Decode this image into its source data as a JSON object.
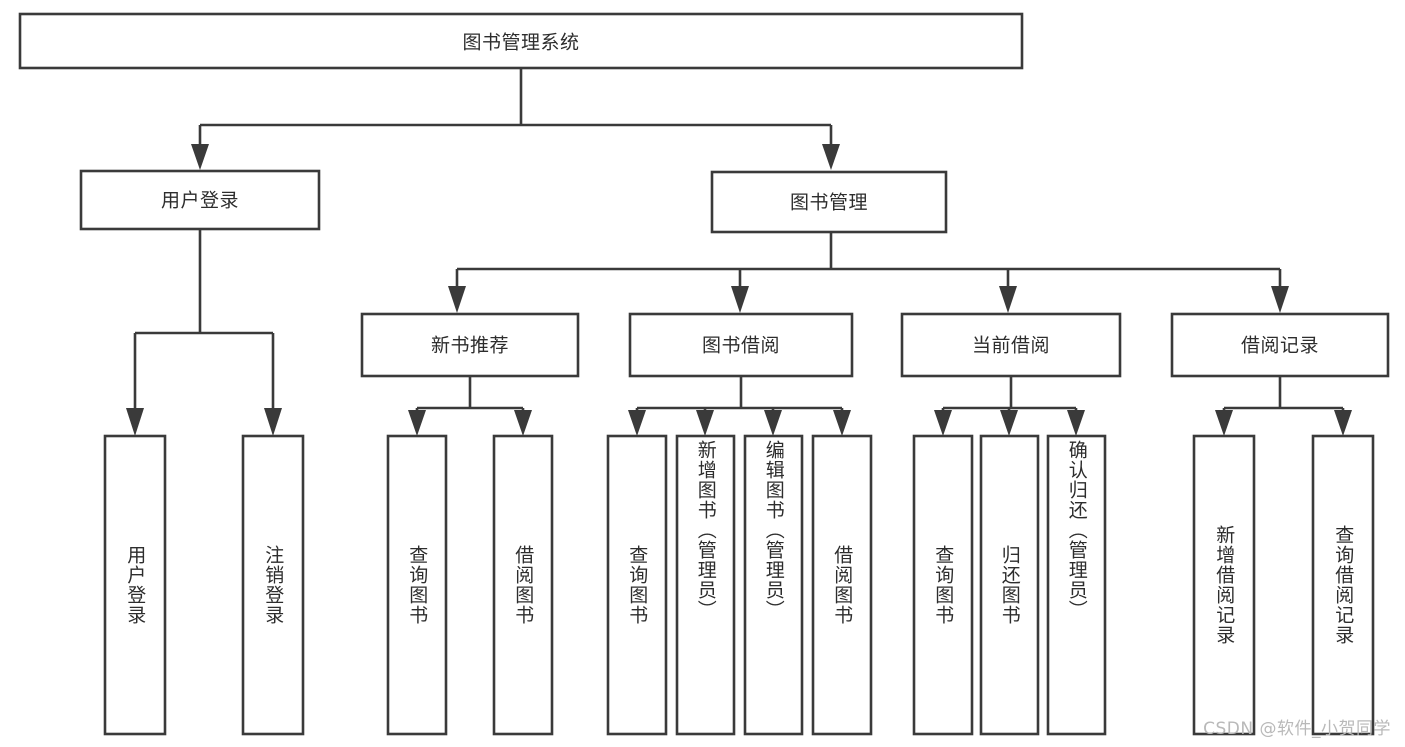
{
  "diagram": {
    "type": "tree-hierarchy",
    "title": "图书管理系统",
    "watermark": "CSDN @软件_小贺同学",
    "colors": {
      "background": "#ffffff",
      "stroke": "#3a3a3a",
      "text": "#2d2d2d",
      "watermark": "#b9b9b9"
    },
    "levels": {
      "root": {
        "label": "图书管理系统"
      },
      "level2": [
        {
          "label": "用户登录"
        },
        {
          "label": "图书管理"
        }
      ],
      "level3": [
        {
          "label": "新书推荐"
        },
        {
          "label": "图书借阅"
        },
        {
          "label": "当前借阅"
        },
        {
          "label": "借阅记录"
        }
      ]
    },
    "nodes": {
      "root": "图书管理系统",
      "user_login": "用户登录",
      "book_manage": "图书管理",
      "new_book_rec": "新书推荐",
      "book_borrow": "图书借阅",
      "current_borrow": "当前借阅",
      "borrow_record": "借阅记录",
      "leaves": [
        "用户登录",
        "注销登录",
        "查询图书",
        "借阅图书",
        "查询图书",
        "新增图书（管理员）",
        "编辑图书（管理员）",
        "借阅图书",
        "查询图书",
        "归还图书",
        "确认归还（管理员）",
        "新增借阅记录",
        "查询借阅记录"
      ]
    },
    "tree": [
      {
        "label": "图书管理系统",
        "children": [
          {
            "label": "用户登录",
            "children": [
              {
                "label": "用户登录"
              },
              {
                "label": "注销登录"
              }
            ]
          },
          {
            "label": "图书管理",
            "children": [
              {
                "label": "新书推荐",
                "children": [
                  {
                    "label": "查询图书"
                  },
                  {
                    "label": "借阅图书"
                  }
                ]
              },
              {
                "label": "图书借阅",
                "children": [
                  {
                    "label": "查询图书"
                  },
                  {
                    "label": "新增图书（管理员）"
                  },
                  {
                    "label": "编辑图书（管理员）"
                  },
                  {
                    "label": "借阅图书"
                  }
                ]
              },
              {
                "label": "当前借阅",
                "children": [
                  {
                    "label": "查询图书"
                  },
                  {
                    "label": "归还图书"
                  },
                  {
                    "label": "确认归还（管理员）"
                  }
                ]
              },
              {
                "label": "借阅记录",
                "children": [
                  {
                    "label": "新增借阅记录"
                  },
                  {
                    "label": "查询借阅记录"
                  }
                ]
              }
            ]
          }
        ]
      }
    ]
  }
}
